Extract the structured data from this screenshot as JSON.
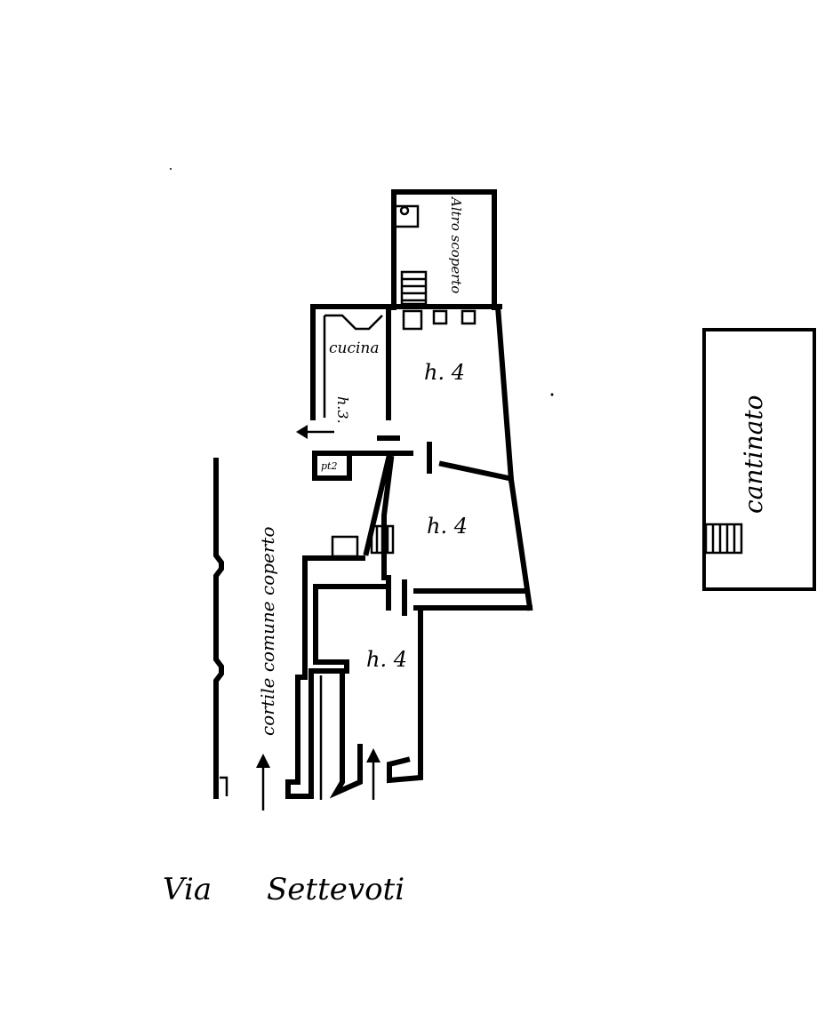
{
  "labels": {
    "altro_scoperto": "Altro scoperto",
    "cucina": "cucina",
    "h3": "h.3.",
    "h4_top": "h. 4",
    "h4_mid": "h. 4",
    "h4_bottom": "h. 4",
    "pt2": "pt2",
    "cortile": "cortile comune coperto",
    "via": "Via",
    "street": "Settevoti",
    "cantinato": "cantinato"
  },
  "colors": {
    "ink": "#000000",
    "paper": "#ffffff"
  }
}
